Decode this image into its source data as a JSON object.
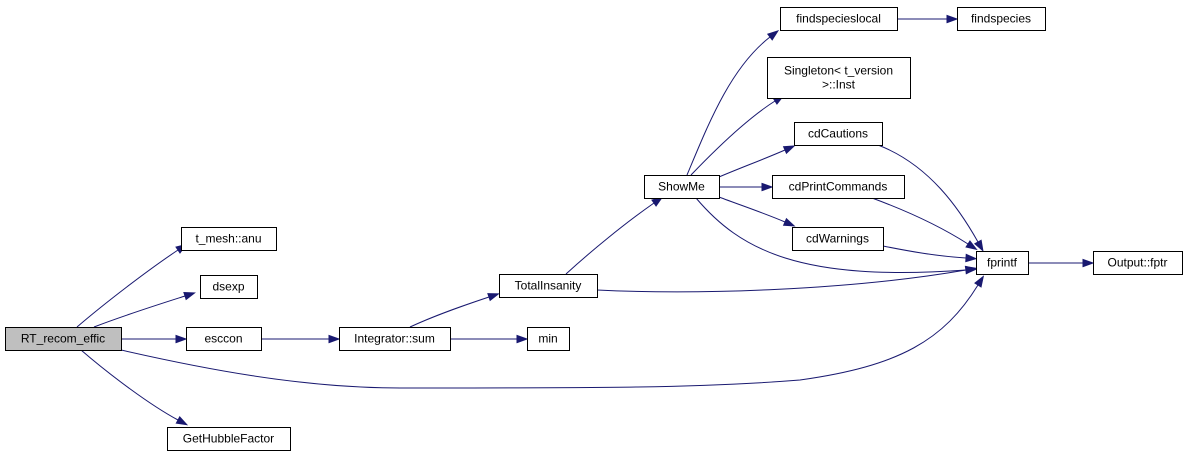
{
  "graph": {
    "nodes": [
      {
        "id": "rt",
        "label": "RT_recom_effic",
        "root": true
      },
      {
        "id": "anu",
        "label": "t_mesh::anu"
      },
      {
        "id": "dsexp",
        "label": "dsexp"
      },
      {
        "id": "esccon",
        "label": "esccon"
      },
      {
        "id": "hubble",
        "label": "GetHubbleFactor"
      },
      {
        "id": "isum",
        "label": "Integrator::sum"
      },
      {
        "id": "ti",
        "label": "TotalInsanity"
      },
      {
        "id": "min",
        "label": "min"
      },
      {
        "id": "showme",
        "label": "ShowMe"
      },
      {
        "id": "fsl",
        "label": "findspecieslocal"
      },
      {
        "id": "fs",
        "label": "findspecies"
      },
      {
        "id": "singleton",
        "label": [
          "Singleton< t_version",
          ">::Inst"
        ]
      },
      {
        "id": "cdc",
        "label": "cdCautions"
      },
      {
        "id": "cdpc",
        "label": "cdPrintCommands"
      },
      {
        "id": "cdw",
        "label": "cdWarnings"
      },
      {
        "id": "fprintf",
        "label": "fprintf"
      },
      {
        "id": "fptr",
        "label": "Output::fptr"
      }
    ],
    "edges": [
      [
        "rt",
        "anu"
      ],
      [
        "rt",
        "dsexp"
      ],
      [
        "rt",
        "esccon"
      ],
      [
        "rt",
        "fprintf"
      ],
      [
        "rt",
        "hubble"
      ],
      [
        "esccon",
        "isum"
      ],
      [
        "isum",
        "ti"
      ],
      [
        "isum",
        "min"
      ],
      [
        "ti",
        "showme"
      ],
      [
        "ti",
        "fprintf"
      ],
      [
        "showme",
        "fsl"
      ],
      [
        "showme",
        "singleton"
      ],
      [
        "showme",
        "cdc"
      ],
      [
        "showme",
        "cdpc"
      ],
      [
        "showme",
        "cdw"
      ],
      [
        "showme",
        "fprintf"
      ],
      [
        "fsl",
        "fs"
      ],
      [
        "cdc",
        "fprintf"
      ],
      [
        "cdpc",
        "fprintf"
      ],
      [
        "cdw",
        "fprintf"
      ],
      [
        "fprintf",
        "fptr"
      ]
    ]
  }
}
